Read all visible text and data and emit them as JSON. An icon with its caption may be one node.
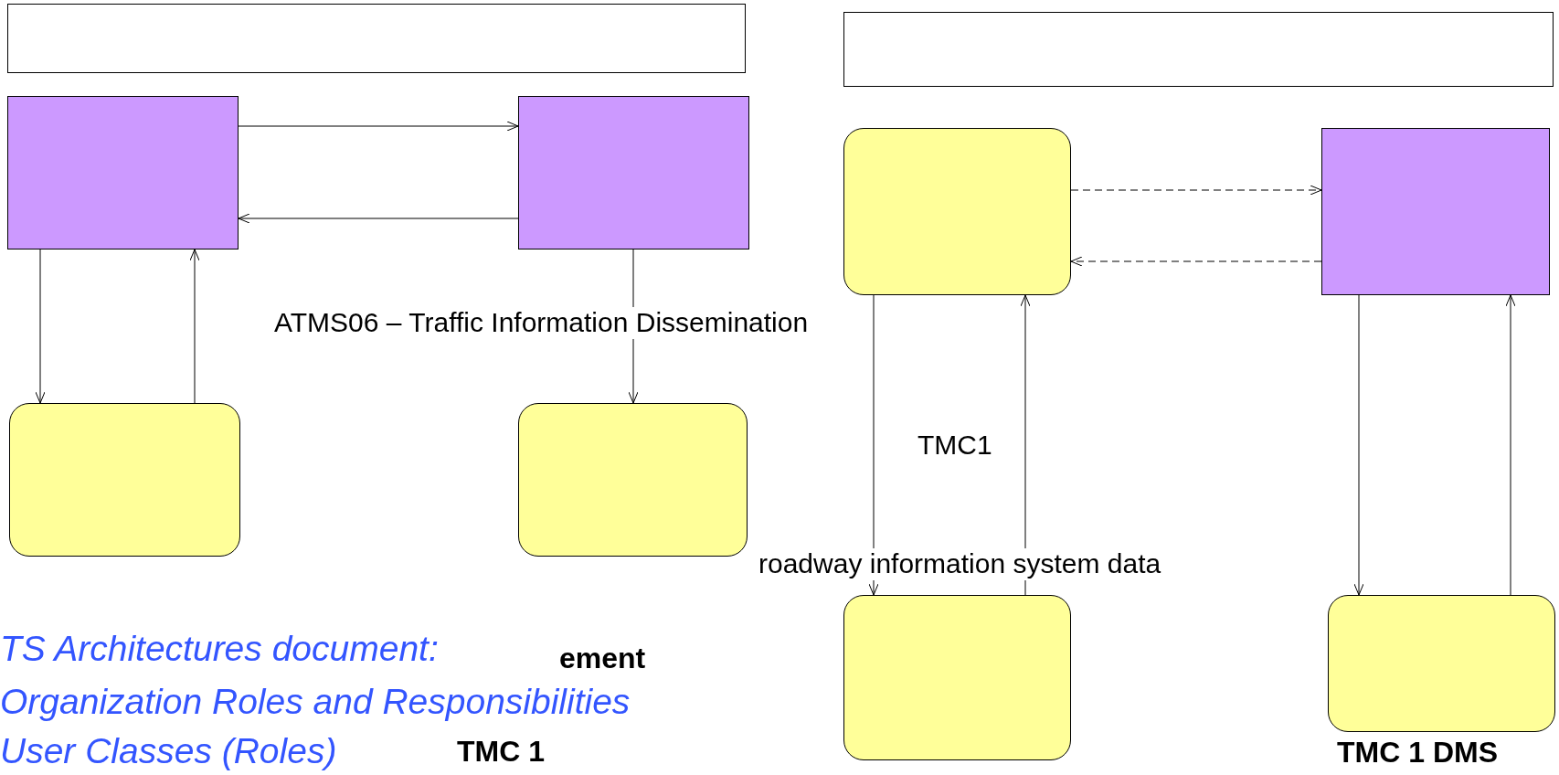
{
  "diagram": {
    "nodes": [
      {
        "text": [],
        "shape": "box"
      },
      {
        "text": [],
        "shape": "box"
      },
      {
        "text": [],
        "shape": "box"
      },
      {
        "text": [],
        "shape": "box"
      },
      {
        "text": [],
        "shape": "box"
      },
      {
        "text": [],
        "shape": "box"
      },
      {
        "text": [],
        "shape": "box"
      },
      {
        "text": [],
        "shape": "box"
      },
      {
        "text": [],
        "shape": "box"
      },
      {
        "text": [],
        "shape": "box",
        "beside": [
          "TMC 1 DMS"
        ]
      }
    ],
    "edges": [
      {
        "from": 1,
        "to": 2,
        "arrow": "to"
      },
      {
        "from": 2,
        "to": 1,
        "arrow": "to"
      },
      {
        "from": 1,
        "to": 3,
        "arrow": "to"
      },
      {
        "from": 3,
        "to": 1,
        "arrow": "to"
      },
      {
        "from": 2,
        "to": 4,
        "arrow": "to"
      },
      {
        "from": 6,
        "to": 7,
        "arrow": "to",
        "style": "dashed"
      },
      {
        "from": 7,
        "to": 6,
        "arrow": "to",
        "style": "dashed"
      },
      {
        "from": 6,
        "to": 8,
        "arrow": "to"
      },
      {
        "from": 8,
        "to": 6,
        "arrow": "to"
      },
      {
        "from": 7,
        "to": 9,
        "arrow": "to"
      },
      {
        "from": 9,
        "to": 7,
        "arrow": "to"
      }
    ],
    "labels": [
      "ATMS06 – Traffic Information Dissemination",
      "TMC1",
      "roadway information system data",
      "TS Architectures document:",
      "ement",
      "Organization Roles and Responsibilities",
      "User Classes (Roles)",
      "TMC 1"
    ]
  }
}
